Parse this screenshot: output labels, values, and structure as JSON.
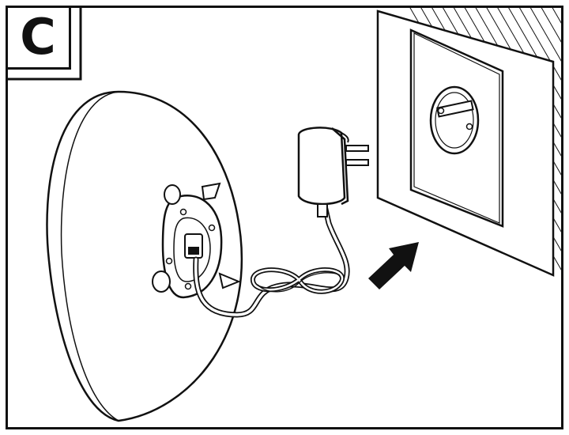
{
  "step": {
    "letter": "C"
  },
  "colors": {
    "line": "#111111",
    "background": "#ffffff",
    "wall_shade": "#f2f2f2"
  },
  "illustration": {
    "objects": [
      "lamp-base-disc",
      "base-mounting-plate",
      "power-cable",
      "cable-coil",
      "power-adapter",
      "wall-outlet",
      "wall-plate",
      "arrow-icon"
    ]
  }
}
